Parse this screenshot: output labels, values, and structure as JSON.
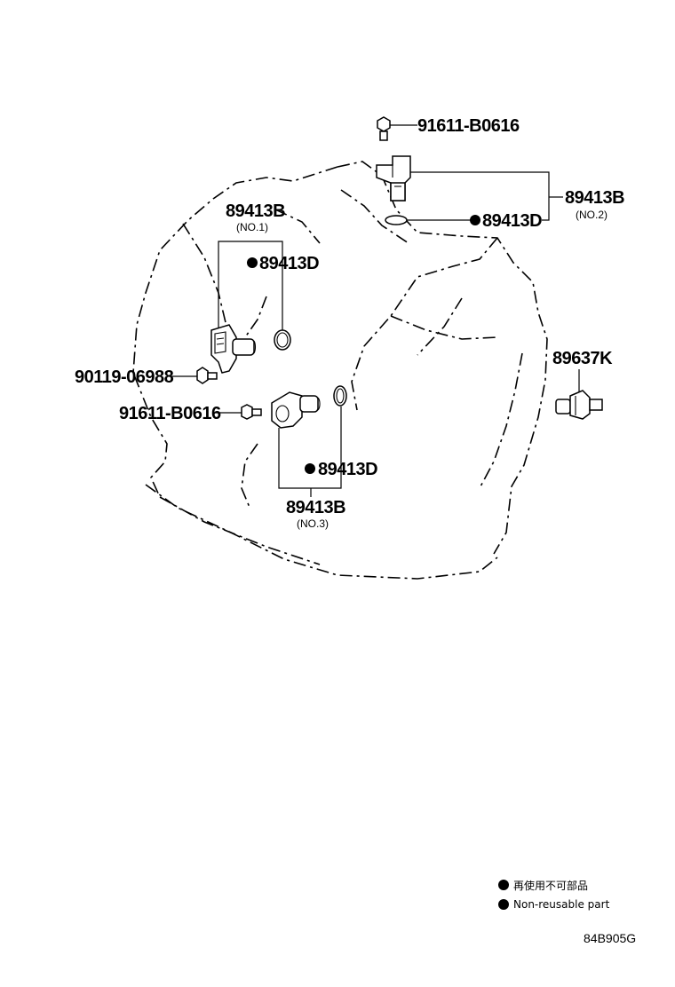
{
  "callouts": {
    "bolt_top": "91611-B0616",
    "sensor_no2": "89413B",
    "sensor_no2_note": "(NO.2)",
    "oring_no2": "89413D",
    "sensor_no1": "89413B",
    "sensor_no1_note": "(NO.1)",
    "oring_no1": "89413D",
    "bolt_left": "90119-06988",
    "bolt_mid": "91611-B0616",
    "oring_no3": "89413D",
    "sensor_no3": "89413B",
    "sensor_no3_note": "(NO.3)",
    "sensor_right": "89637K"
  },
  "legend": {
    "line_japanese": "再使用不可部品",
    "line_english": "Non-reusable part"
  },
  "diagram_code": "84B905G",
  "icons": {
    "non_reusable_marker": "filled-circle-icon"
  }
}
